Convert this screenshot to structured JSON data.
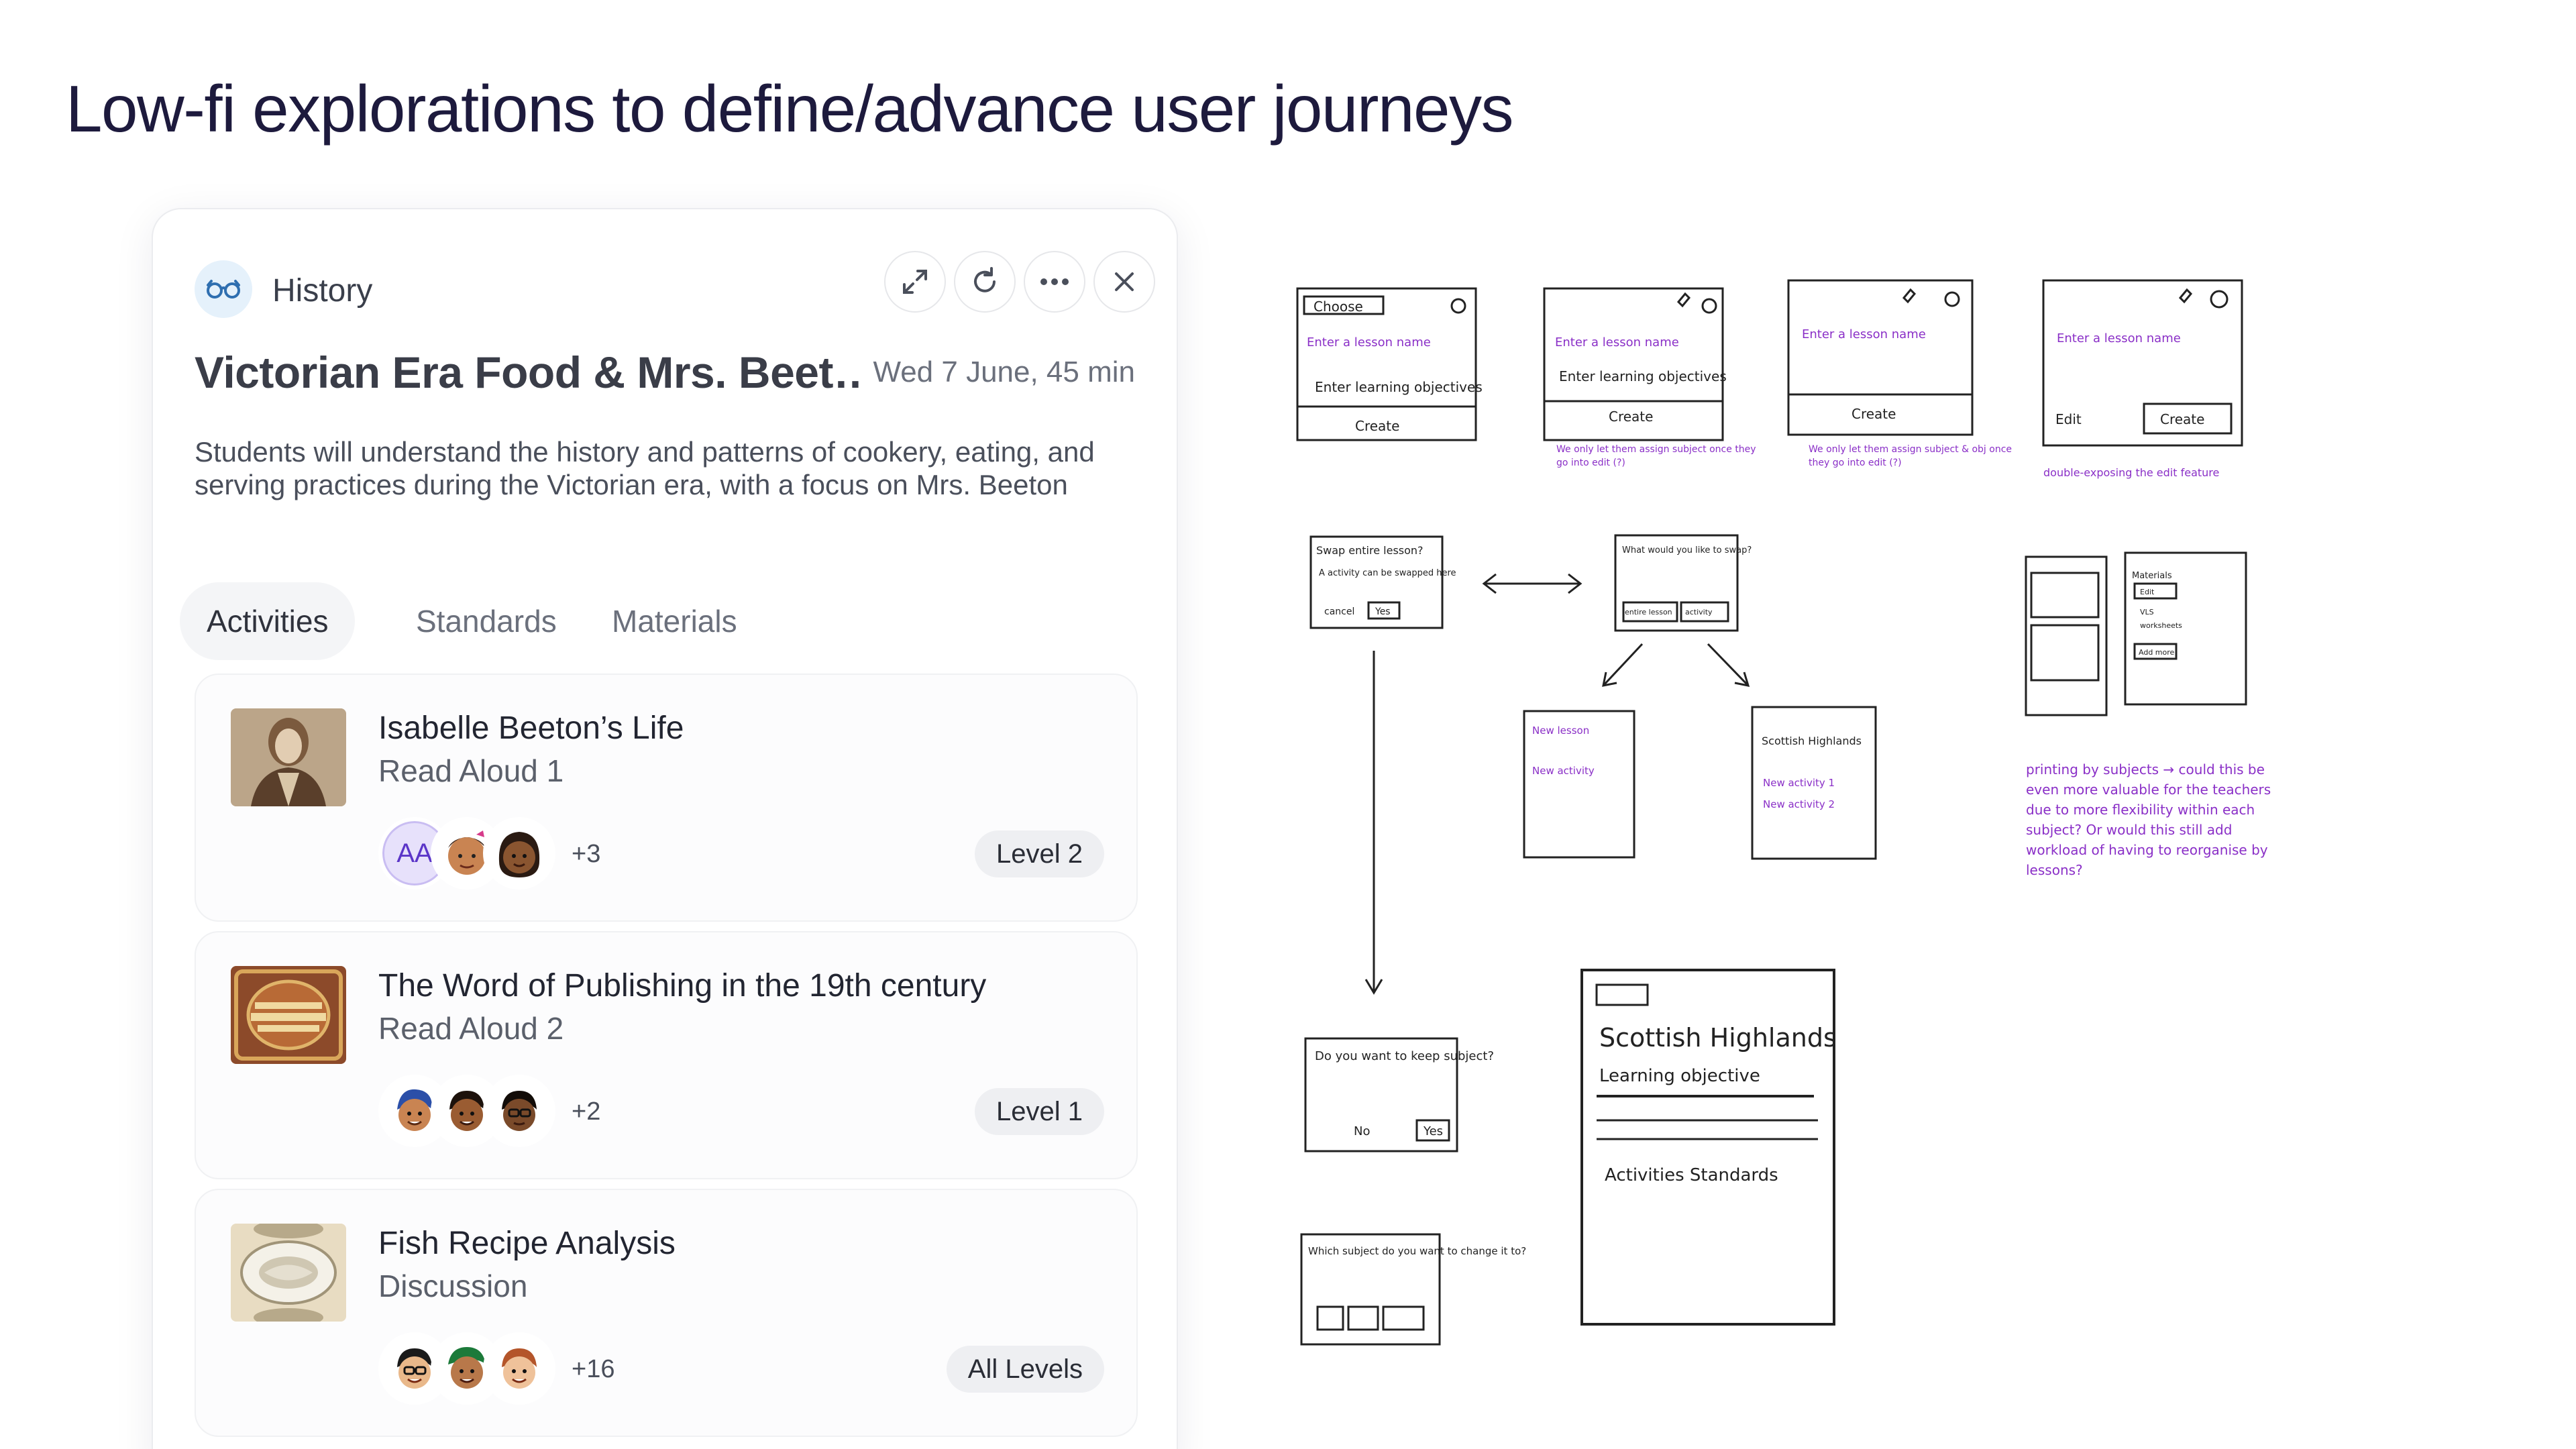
{
  "page": {
    "title": "Low-fi explorations to define/advance user journeys"
  },
  "card": {
    "subject": "History",
    "subject_icon": "glasses-icon",
    "title": "Victorian Era Food & Mrs. Beet…",
    "date": "Wed 7 June, 45 min",
    "description": "Students will understand the history and patterns of cookery, eating, and serving practices during the Victorian era, with a focus on Mrs. Beeton",
    "header_icons": [
      "expand-icon",
      "refresh-icon",
      "more-icon",
      "close-icon"
    ],
    "tabs": [
      {
        "label": "Activities",
        "active": true
      },
      {
        "label": "Standards",
        "active": false
      },
      {
        "label": "Materials",
        "active": false
      }
    ],
    "activities": [
      {
        "title": "Isabelle Beeton’s Life",
        "type": "Read Aloud 1",
        "avatar_initials": "AA",
        "more": "+3",
        "level": "Level 2"
      },
      {
        "title": "The Word of Publishing in the 19th century",
        "type": "Read Aloud 2",
        "more": "+2",
        "level": "Level 1"
      },
      {
        "title": "Fish Recipe Analysis",
        "type": "Discussion",
        "more": "+16",
        "level": "All Levels"
      }
    ],
    "colors": {
      "accent_purple": "#5b35c8",
      "avatar_bg": "#e7e1fb",
      "pill_bg": "#eeeff2"
    }
  },
  "sketches": {
    "frame_labels": {
      "choose": "Choose",
      "lesson_name": "Enter a lesson name",
      "objectives": "Enter learning objectives",
      "create": "Create",
      "edit": "Edit"
    },
    "notes": {
      "note1": "We only let them assign subject once they go into edit (?)",
      "note2": "We only let them assign subject & obj once they go into edit (?)",
      "note3": "double-exposing the edit feature"
    },
    "swap": {
      "question": "Swap entire lesson?",
      "detail": "A activity can be swapped here",
      "cancel": "cancel",
      "yes": "Yes",
      "what_swap": "What would you like to swap?",
      "entire": "entire lesson",
      "activity": "activity"
    },
    "new_box": {
      "line1": "New lesson",
      "line2": "New activity"
    },
    "scot_box": {
      "title": "Scottish Highlands",
      "line1": "New activity 1",
      "line2": "New activity 2"
    },
    "keep": {
      "question": "Do you want to keep subject?",
      "no": "No",
      "yes": "Yes"
    },
    "change": {
      "question": "Which subject do you want to change it to?"
    },
    "big": {
      "title": "Scottish Highlands",
      "objective": "Learning objective",
      "tabs": "Activities  Standards"
    },
    "materials": {
      "title": "Materials",
      "edit": "Edit",
      "item1": "VLS",
      "item2": "worksheets",
      "more": "Add more"
    },
    "printing_note": "printing by subjects → could this be even more valuable for the teachers due to more flexibility within each subject? Or would this still add workload of having to reorganise by lessons?"
  }
}
